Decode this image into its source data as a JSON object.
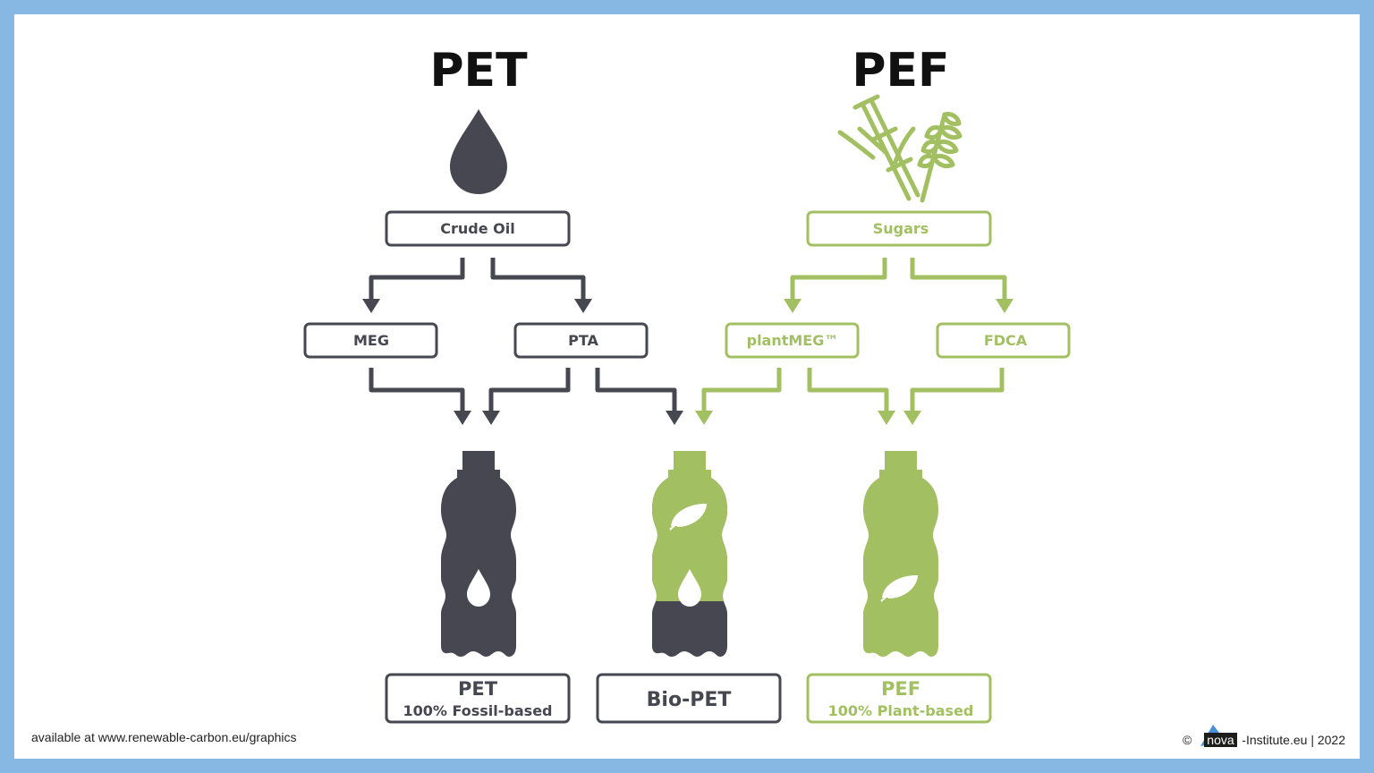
{
  "pet": {
    "title": "PET",
    "source": "Crude Oil",
    "intermediates": [
      "MEG",
      "PTA"
    ],
    "product": {
      "name": "PET",
      "subtitle": "100% Fossil-based"
    },
    "color": "#464750",
    "icon": "oil-drop-icon"
  },
  "pef": {
    "title": "PEF",
    "source": "Sugars",
    "intermediates": [
      "plantMEG™",
      "FDCA"
    ],
    "product": {
      "name": "PEF",
      "subtitle": "100% Plant-based"
    },
    "color": "#a2c062",
    "icon": "sugarcane-wheat-icon"
  },
  "bio_pet": {
    "name": "Bio-PET",
    "icon": "half-bio-bottle-icon"
  },
  "footer": {
    "available": "available at www.renewable-carbon.eu/graphics",
    "copyright_symbol": "©",
    "nova_logo_text": "nova",
    "institute": "-Institute.eu | 2022"
  }
}
